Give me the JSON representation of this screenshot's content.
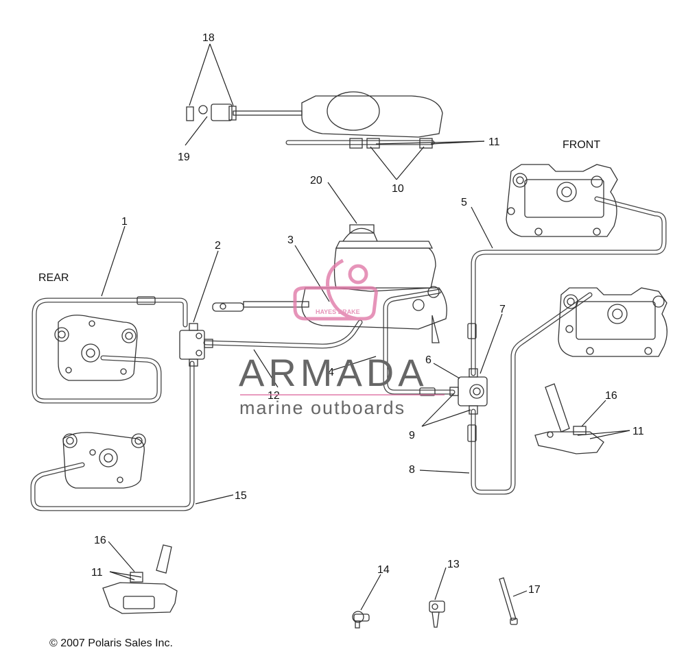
{
  "labels": {
    "l1": "1",
    "l2": "2",
    "l3": "3",
    "l4": "4",
    "l5": "5",
    "l6": "6",
    "l7": "7",
    "l8": "8",
    "l9": "9",
    "l10": "10",
    "l11_top": "11",
    "l11_right": "11",
    "l11_bottom": "11",
    "l12": "12",
    "l13": "13",
    "l14": "14",
    "l15": "15",
    "l16_right": "16",
    "l16_bottom": "16",
    "l17": "17",
    "l18": "18",
    "l19": "19",
    "l20": "20",
    "rear": "REAR",
    "front": "FRONT"
  },
  "watermark": {
    "brand": "ARMADA",
    "tagline": "marine outboards",
    "stamp": "HAYES BRAKE"
  },
  "copyright": "© 2007 Polaris Sales Inc.",
  "colors": {
    "watermark_pink": "#e07aa8",
    "line": "#333333"
  }
}
